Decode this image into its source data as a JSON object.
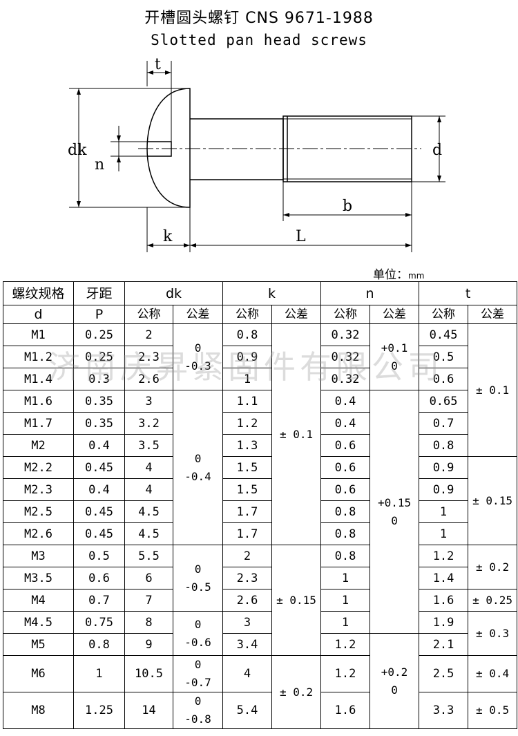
{
  "title_cn": "开槽圆头螺钉 CNS 9671-1988",
  "title_en": "Slotted pan head screws",
  "drawing": {
    "t": "t",
    "dk": "dk",
    "n": "n",
    "d": "d",
    "b": "b",
    "k": "k",
    "L": "L"
  },
  "unit_label": "单位：",
  "unit_value": "mm",
  "header": {
    "thread_spec": "螺纹规格",
    "d": "d",
    "pitch": "牙距",
    "P": "P",
    "dk": "dk",
    "k": "k",
    "n": "n",
    "t": "t",
    "nominal": "公称",
    "tolerance": "公差"
  },
  "rows": [
    {
      "d": "M1",
      "p": "0.25",
      "dk": "2",
      "k": "0.8",
      "n": "0.32",
      "t": "0.45"
    },
    {
      "d": "M1.2",
      "p": "0.25",
      "dk": "2.3",
      "k": "0.9",
      "n": "0.32",
      "t": "0.5"
    },
    {
      "d": "M1.4",
      "p": "0.3",
      "dk": "2.6",
      "k": "1",
      "n": "0.32",
      "t": "0.6"
    },
    {
      "d": "M1.6",
      "p": "0.35",
      "dk": "3",
      "k": "1.1",
      "n": "0.4",
      "t": "0.65"
    },
    {
      "d": "M1.7",
      "p": "0.35",
      "dk": "3.2",
      "k": "1.2",
      "n": "0.4",
      "t": "0.7"
    },
    {
      "d": "M2",
      "p": "0.4",
      "dk": "3.5",
      "k": "1.3",
      "n": "0.6",
      "t": "0.8"
    },
    {
      "d": "M2.2",
      "p": "0.45",
      "dk": "4",
      "k": "1.5",
      "n": "0.6",
      "t": "0.9"
    },
    {
      "d": "M2.3",
      "p": "0.4",
      "dk": "4",
      "k": "1.5",
      "n": "0.6",
      "t": "0.9"
    },
    {
      "d": "M2.5",
      "p": "0.45",
      "dk": "4.5",
      "k": "1.7",
      "n": "0.8",
      "t": "1"
    },
    {
      "d": "M2.6",
      "p": "0.45",
      "dk": "4.5",
      "k": "1.7",
      "n": "0.8",
      "t": "1"
    },
    {
      "d": "M3",
      "p": "0.5",
      "dk": "5.5",
      "k": "2",
      "n": "0.8",
      "t": "1.2"
    },
    {
      "d": "M3.5",
      "p": "0.6",
      "dk": "6",
      "k": "2.3",
      "n": "1",
      "t": "1.4"
    },
    {
      "d": "M4",
      "p": "0.7",
      "dk": "7",
      "k": "2.6",
      "n": "1",
      "t": "1.6"
    },
    {
      "d": "M4.5",
      "p": "0.75",
      "dk": "8",
      "k": "3",
      "n": "1",
      "t": "1.9"
    },
    {
      "d": "M5",
      "p": "0.8",
      "dk": "9",
      "k": "3.4",
      "n": "1.2",
      "t": "2.1"
    },
    {
      "d": "M6",
      "p": "1",
      "dk": "10.5",
      "k": "4",
      "n": "1.2",
      "t": "2.5"
    },
    {
      "d": "M8",
      "p": "1.25",
      "dk": "14",
      "k": "5.4",
      "n": "1.6",
      "t": "3.3"
    }
  ],
  "tol": {
    "dk1_a": "0",
    "dk1_b": "-0.3",
    "dk2_a": "0",
    "dk2_b": "-0.4",
    "dk3_a": "0",
    "dk3_b": "-0.5",
    "dk4_a": "0",
    "dk4_b": "-0.6",
    "dk5_a": "0",
    "dk5_b": "-0.7",
    "dk6_a": "0",
    "dk6_b": "-0.8",
    "k1": "± 0.1",
    "k2": "± 0.15",
    "k3": "± 0.2",
    "n1_a": "+0.1",
    "n1_b": "0",
    "n2_a": "+0.15",
    "n2_b": "0",
    "n3_a": "+0.2",
    "n3_b": "0",
    "t1": "± 0.1",
    "t2": "± 0.15",
    "t3": "± 0.2",
    "t4": "± 0.25",
    "t5": "± 0.3",
    "t6": "± 0.4",
    "t7": "± 0.5"
  },
  "watermark": "济南庆昇紧固件有限公司"
}
